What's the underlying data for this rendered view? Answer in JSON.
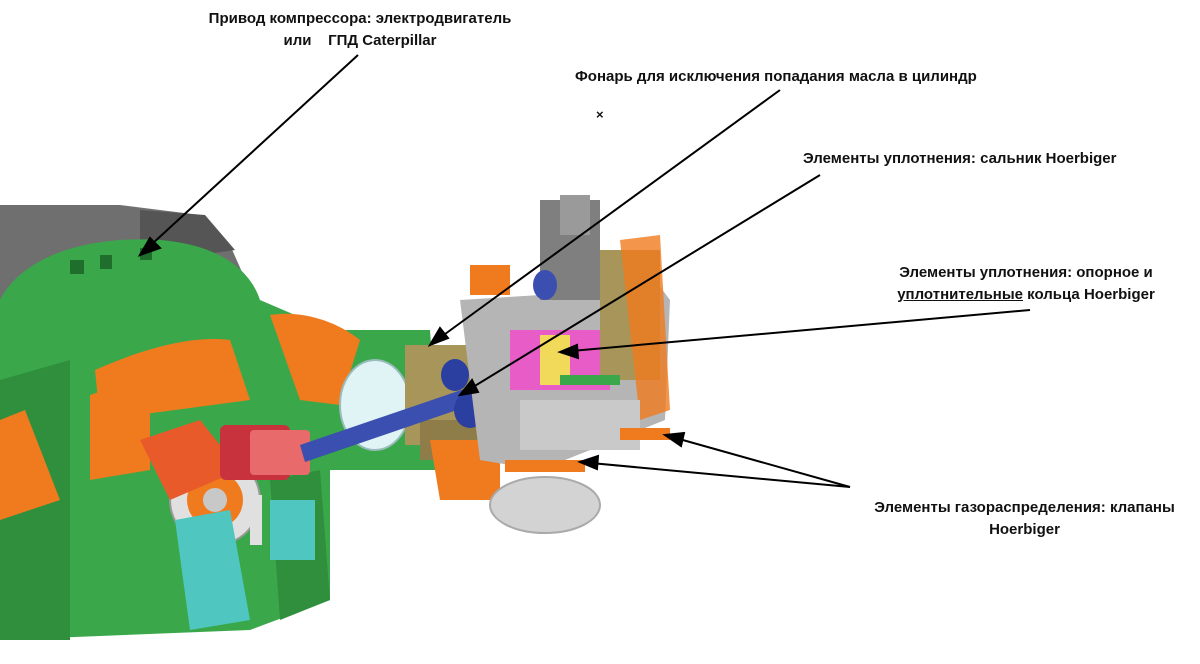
{
  "labels": {
    "drive": {
      "line1": "Привод компрессора: электродвигатель",
      "line2": "или    ГПД Caterpillar"
    },
    "lantern": {
      "text": "Фонарь для исключения попадания масла в цилиндр"
    },
    "mark": {
      "text": "×"
    },
    "gland": {
      "text": "Элементы уплотнения:  сальник Hoerbiger"
    },
    "rings": {
      "line1": "Элементы уплотнения:  опорное и",
      "line2_pre": "уплотнительные",
      "line2_post": " кольца Hoerbiger"
    },
    "valves": {
      "line1": "Элементы газораспределения: клапаны",
      "line2": "Hoerbiger"
    }
  },
  "colors": {
    "frame_green": "#3aa84a",
    "dark_green": "#1f6e2c",
    "orange": "#f07a1e",
    "cylinder_tan": "#a8955a",
    "rod_blue": "#3a4fb0",
    "packing_pink": "#e85cc8",
    "gray": "#9a9a9a",
    "teal": "#4fc7c0",
    "red": "#c8323c"
  }
}
